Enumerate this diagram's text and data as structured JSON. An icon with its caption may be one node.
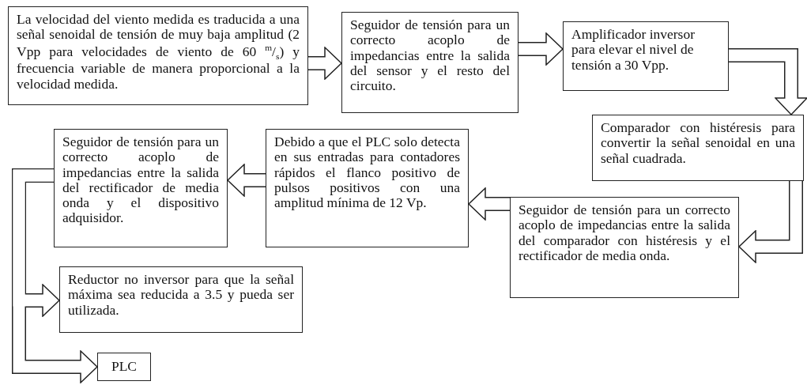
{
  "diagram": {
    "nodes": [
      {
        "text": [
          "La velocidad del viento medida es traducida a una señal senoidal de tensión de muy baja amplitud (2 Vpp para velocidades de viento de 60 $^{m}$/$_{s}$) y frecuencia variable de manera proporcional a la velocidad medida."
        ]
      },
      {
        "text": [
          "Seguidor de tensión para un correcto acoplo de impedancias entre la salida del sensor y el resto del circuito."
        ]
      },
      {
        "text": [
          "Amplificador inversor para elevar el nivel de tensión a 30 Vpp."
        ]
      },
      {
        "text": [
          "Comparador con histéresis para convertir la señal senoidal en una señal cuadrada."
        ]
      },
      {
        "text": [
          "Seguidor de tensión para un correcto acoplo de impedancias entre la salida del comparador con histéresis y el rectificador de media onda."
        ]
      },
      {
        "text": [
          "Debido a que el PLC solo detecta en sus entradas para contadores rápidos el flanco positivo de pulsos positivos con una amplitud mínima de 12 Vp."
        ]
      },
      {
        "text": [
          "Seguidor de tensión para un correcto acoplo de impedancias entre la salida del rectificador de media onda y el dispositivo adquisidor."
        ]
      },
      {
        "text": [
          "Reductor no inversor para que la señal máxima sea reducida a 3.5 y pueda ser utilizada."
        ]
      },
      {
        "text": [
          "PLC"
        ]
      }
    ],
    "edges": [
      {
        "from": 0,
        "to": 1,
        "arrow": "to"
      },
      {
        "from": 1,
        "to": 2,
        "arrow": "to"
      },
      {
        "from": 2,
        "to": 3,
        "arrow": "to"
      },
      {
        "from": 3,
        "to": 4,
        "arrow": "to"
      },
      {
        "from": 4,
        "to": 5,
        "arrow": "to"
      },
      {
        "from": 5,
        "to": 6,
        "arrow": "to"
      },
      {
        "from": 6,
        "to": 7,
        "arrow": "to"
      },
      {
        "from": 6,
        "to": 8,
        "arrow": "to"
      }
    ]
  }
}
